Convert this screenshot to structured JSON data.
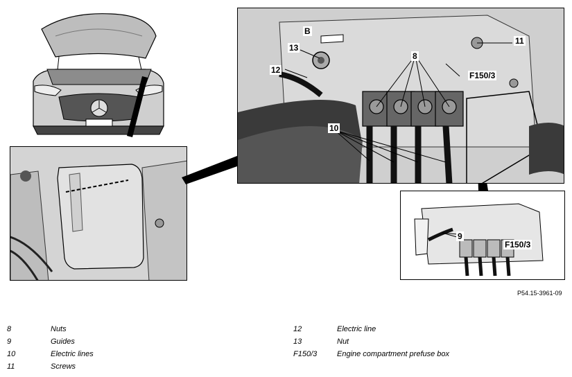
{
  "callouts": {
    "b": "B",
    "n13": "13",
    "n12": "12",
    "n8": "8",
    "n11": "11",
    "f150": "F150/3",
    "n10": "10",
    "n9": "9",
    "f150_small": "F150/3"
  },
  "figure_ref": "P54.15-3961-09",
  "legend": [
    {
      "num": "8",
      "desc": "Nuts"
    },
    {
      "num": "9",
      "desc": "Guides"
    },
    {
      "num": "10",
      "desc": "Electric lines"
    },
    {
      "num": "11",
      "desc": "Screws"
    },
    {
      "num": "12",
      "desc": "Electric line"
    },
    {
      "num": "13",
      "desc": "Nut"
    },
    {
      "num": "F150/3",
      "desc": "Engine compartment prefuse box"
    }
  ]
}
